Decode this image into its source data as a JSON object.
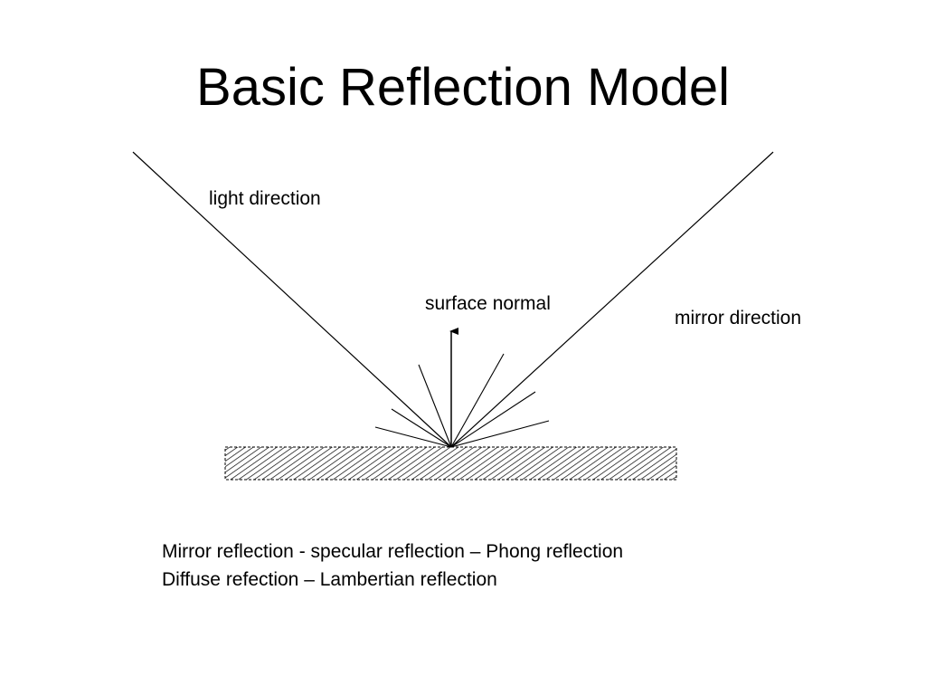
{
  "slide": {
    "title": "Basic Reflection Model"
  },
  "diagram": {
    "labels": {
      "light_direction": "light direction",
      "surface_normal": "surface normal",
      "mirror_direction": "mirror direction"
    },
    "colors": {
      "line": "#000000",
      "background": "#ffffff"
    }
  },
  "caption": {
    "lines": [
      "Mirror reflection - specular reflection – Phong reflection",
      "Diffuse refection – Lambertian reflection"
    ]
  }
}
